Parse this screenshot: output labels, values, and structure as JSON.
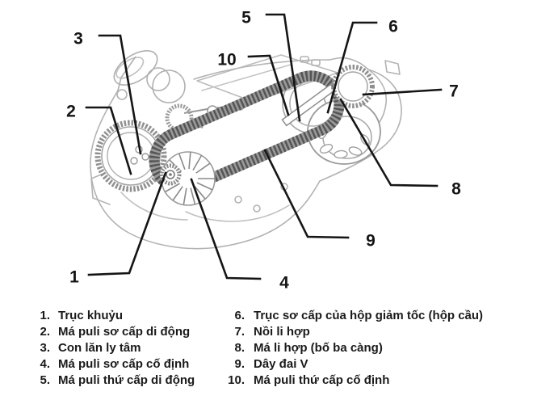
{
  "diagram": {
    "title_semantic": "Scooter CVT transmission cutaway diagram",
    "callouts": [
      "1",
      "2",
      "3",
      "4",
      "5",
      "6",
      "7",
      "8",
      "9",
      "10"
    ],
    "line_color": "#151515",
    "art_color": "#b0b0b0",
    "belt_color": "#555555"
  },
  "legend": {
    "left": [
      {
        "num": "1.",
        "label": "Trục khuỷu"
      },
      {
        "num": "2.",
        "label": "Má puli sơ cấp di động"
      },
      {
        "num": "3.",
        "label": "Con lăn ly tâm"
      },
      {
        "num": "4.",
        "label": "Má puli sơ cấp cố định"
      },
      {
        "num": "5.",
        "label": "Má puli thứ cấp di động"
      }
    ],
    "right": [
      {
        "num": "6.",
        "label": "Trục sơ cấp của hộp giảm tốc (hộp cầu)"
      },
      {
        "num": "7.",
        "label": "Nồi li hợp"
      },
      {
        "num": "8.",
        "label": "Má li hợp (bố ba càng)"
      },
      {
        "num": "9.",
        "label": "Dây đai V"
      },
      {
        "num": "10.",
        "label": "Má puli thứ cấp cố định"
      }
    ]
  }
}
